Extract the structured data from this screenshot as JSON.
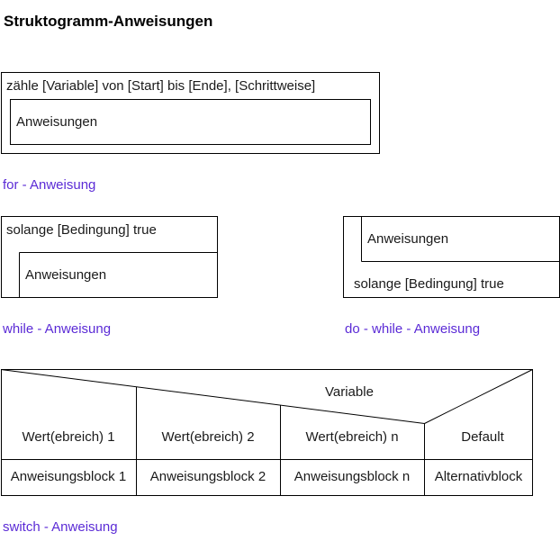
{
  "title": "Struktogramm-Anweisungen",
  "colors": {
    "caption": "#5b2bd6",
    "line": "#000000"
  },
  "for_block": {
    "header": "zähle [Variable] von [Start] bis [Ende],  [Schrittweise]",
    "body": "Anweisungen",
    "caption": "for - Anweisung"
  },
  "while_block": {
    "header": "solange [Bedingung] true",
    "body": "Anweisungen",
    "caption": "while - Anweisung"
  },
  "do_while_block": {
    "body": "Anweisungen",
    "footer": "solange [Bedingung] true",
    "caption": "do - while - Anweisung"
  },
  "switch_block": {
    "variable": "Variable",
    "cases": [
      {
        "value": "Wert(ebreich) 1",
        "block": "Anweisungsblock 1"
      },
      {
        "value": "Wert(ebreich) 2",
        "block": "Anweisungsblock 2"
      },
      {
        "value": "Wert(ebreich) n",
        "block": "Anweisungsblock n"
      },
      {
        "value": "Default",
        "block": "Alternativblock"
      }
    ],
    "caption": "switch - Anweisung"
  }
}
